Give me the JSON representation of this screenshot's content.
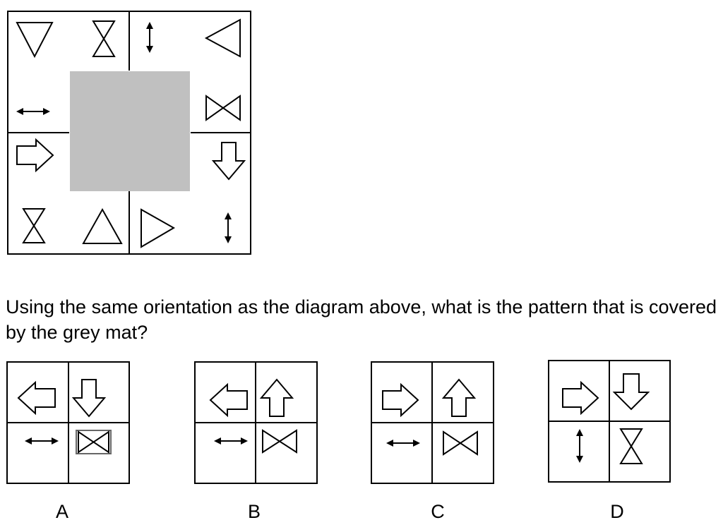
{
  "question": "Using the same orientation as the diagram above, what is the pattern that is covered by the grey mat?",
  "options": [
    {
      "label": "A",
      "cells": [
        "left-arrow-icon",
        "down-arrow-icon",
        "horizontal-double-arrow-icon",
        "bowtie-in-box-icon"
      ]
    },
    {
      "label": "B",
      "cells": [
        "left-arrow-icon",
        "up-arrow-icon",
        "horizontal-double-arrow-icon",
        "bowtie-icon"
      ]
    },
    {
      "label": "C",
      "cells": [
        "right-arrow-icon",
        "up-arrow-icon",
        "horizontal-double-arrow-icon",
        "bowtie-icon"
      ]
    },
    {
      "label": "D",
      "cells": [
        "right-arrow-icon",
        "down-arrow-icon",
        "vertical-double-arrow-icon",
        "hourglass-icon"
      ]
    }
  ],
  "colors": {
    "mat": "#c0c0c0",
    "line": "#000000"
  }
}
